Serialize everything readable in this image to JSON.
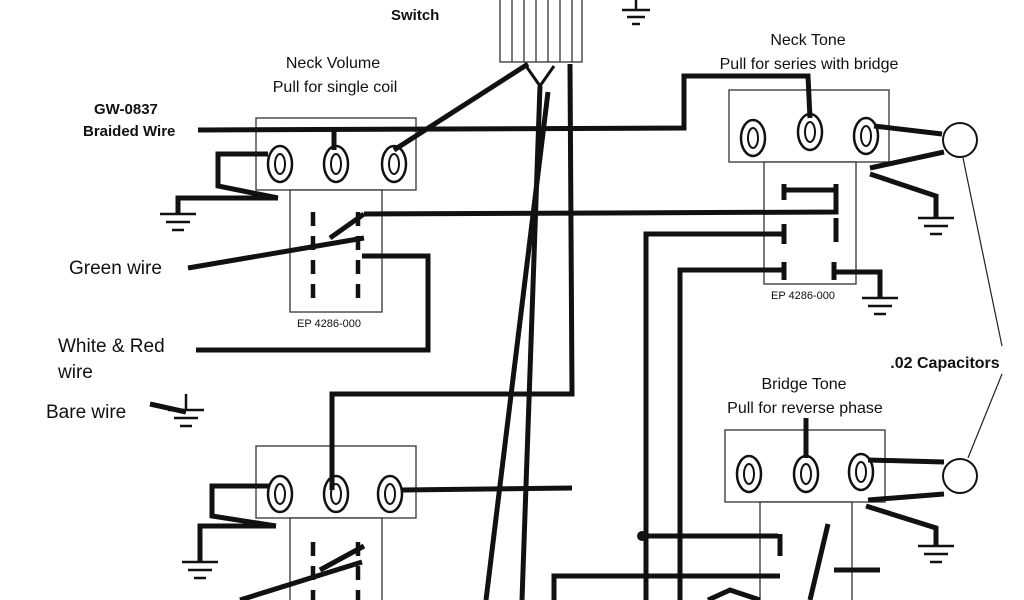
{
  "labels": {
    "switch": "Switch",
    "neck_volume_title": "Neck Volume",
    "neck_volume_sub": "Pull for single coil",
    "neck_tone_title": "Neck Tone",
    "neck_tone_sub": "Pull for series with bridge",
    "bridge_tone_title": "Bridge Tone",
    "bridge_tone_sub": "Pull for reverse phase",
    "braided_wire_part": "GW-0837",
    "braided_wire": "Braided Wire",
    "green_wire": "Green wire",
    "white_red_line1": "White & Red",
    "white_red_line2": "wire",
    "bare_wire": "Bare wire",
    "capacitors": ".02 Capacitors",
    "part_neck_volume": "EP 4286-000",
    "part_neck_tone": "EP 4286-000"
  }
}
